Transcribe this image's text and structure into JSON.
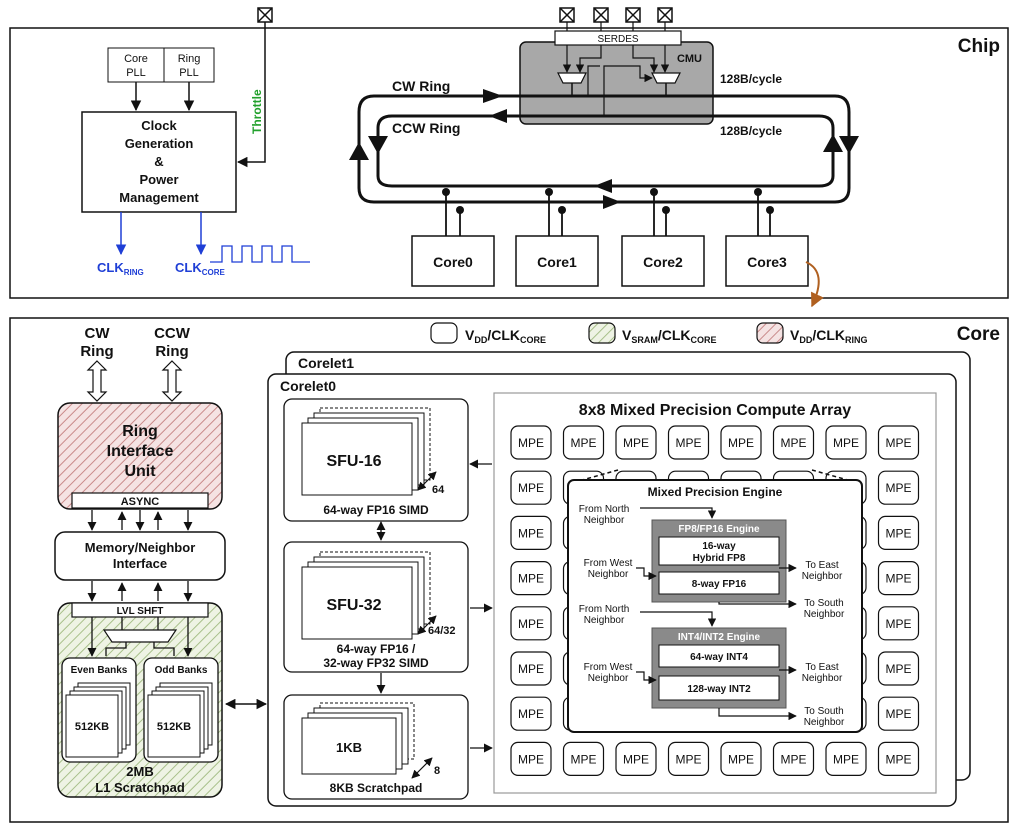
{
  "chip": {
    "title": "Chip",
    "core_pll": [
      "Core",
      "PLL"
    ],
    "ring_pll": [
      "Ring",
      "PLL"
    ],
    "clock_block": [
      "Clock",
      "Generation",
      "&",
      "Power",
      "Management"
    ],
    "throttle": "Throttle",
    "clk_ring": {
      "base": "CLK",
      "sub": "RING"
    },
    "clk_core": {
      "base": "CLK",
      "sub": "CORE"
    },
    "serdes": "SERDES",
    "cmu": "CMU",
    "cw_ring": "CW Ring",
    "ccw_ring": "CCW Ring",
    "bandwidth_top": "128B/cycle",
    "bandwidth_bottom": "128B/cycle",
    "cores": [
      "Core0",
      "Core1",
      "Core2",
      "Core3"
    ]
  },
  "core": {
    "title": "Core",
    "legend": [
      {
        "base": "V",
        "sub1": "DD",
        "mid": "/CLK",
        "sub2": "CORE",
        "style": "plain"
      },
      {
        "base": "V",
        "sub1": "SRAM",
        "mid": "/CLK",
        "sub2": "CORE",
        "style": "green"
      },
      {
        "base": "V",
        "sub1": "DD",
        "mid": "/CLK",
        "sub2": "RING",
        "style": "red"
      }
    ],
    "ring_inputs": {
      "cw": [
        "CW",
        "Ring"
      ],
      "ccw": [
        "CCW",
        "Ring"
      ]
    },
    "riu": [
      "Ring",
      "Interface",
      "Unit"
    ],
    "async": "ASYNC",
    "mem_neighbor": [
      "Memory/Neighbor",
      "Interface"
    ],
    "lvl_shft": "LVL SHFT",
    "even_banks": "Even Banks",
    "odd_banks": "Odd Banks",
    "bank_size": "512KB",
    "l1": [
      "2MB",
      "L1 Scratchpad"
    ],
    "corelet1": "Corelet1",
    "corelet0": "Corelet0",
    "sfu16": {
      "name": "SFU-16",
      "count": "64",
      "caption": [
        "64-way FP16 SIMD"
      ]
    },
    "sfu32": {
      "name": "SFU-32",
      "count": "64/32",
      "caption": [
        "64-way FP16 /",
        "32-way FP32 SIMD"
      ]
    },
    "scratch": {
      "name": "1KB",
      "count": "8",
      "caption": [
        "8KB Scratchpad"
      ]
    },
    "array_title": "8x8 Mixed Precision Compute Array",
    "mpe_label": "MPE",
    "mpe_engine": {
      "title": "Mixed Precision Engine",
      "fp_engine": "FP8/FP16 Engine",
      "fp8": [
        "16-way",
        "Hybrid FP8"
      ],
      "fp16": "8-way FP16",
      "int_engine": "INT4/INT2 Engine",
      "int4": "64-way INT4",
      "int2": "128-way INT2",
      "from_north": [
        "From North",
        "Neighbor"
      ],
      "from_west": [
        "From West",
        "Neighbor"
      ],
      "to_east": [
        "To East",
        "Neighbor"
      ],
      "to_south": [
        "To South",
        "Neighbor"
      ]
    }
  },
  "colors": {
    "green_text": "#22a02c",
    "blue_text": "#1f3fd6",
    "cmu_fill": "#a8a8a8",
    "engine_fill": "#8a8a8a",
    "arrow_brown": "#b06020"
  }
}
